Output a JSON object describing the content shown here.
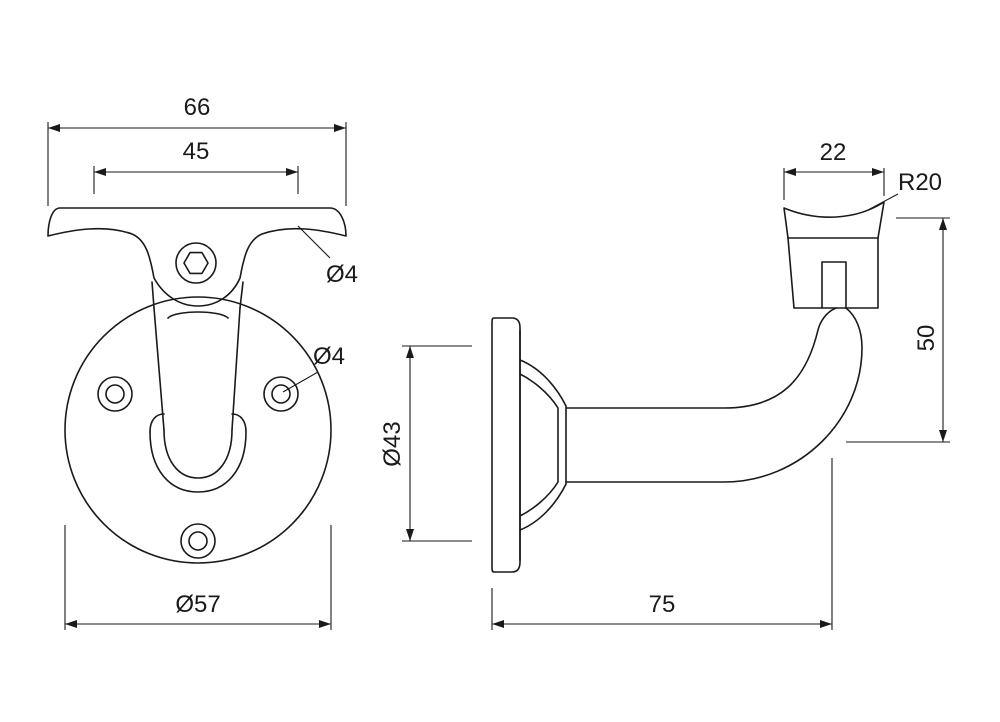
{
  "drawing": {
    "front_view": {
      "overall_width": "66",
      "hole_spacing": "45",
      "screw_hole_top": "Ø4",
      "screw_hole_base": "Ø4",
      "base_diameter": "Ø57"
    },
    "side_view": {
      "saddle_width": "22",
      "saddle_radius": "R20",
      "height": "50",
      "flange_diameter": "Ø43",
      "projection": "75"
    }
  }
}
